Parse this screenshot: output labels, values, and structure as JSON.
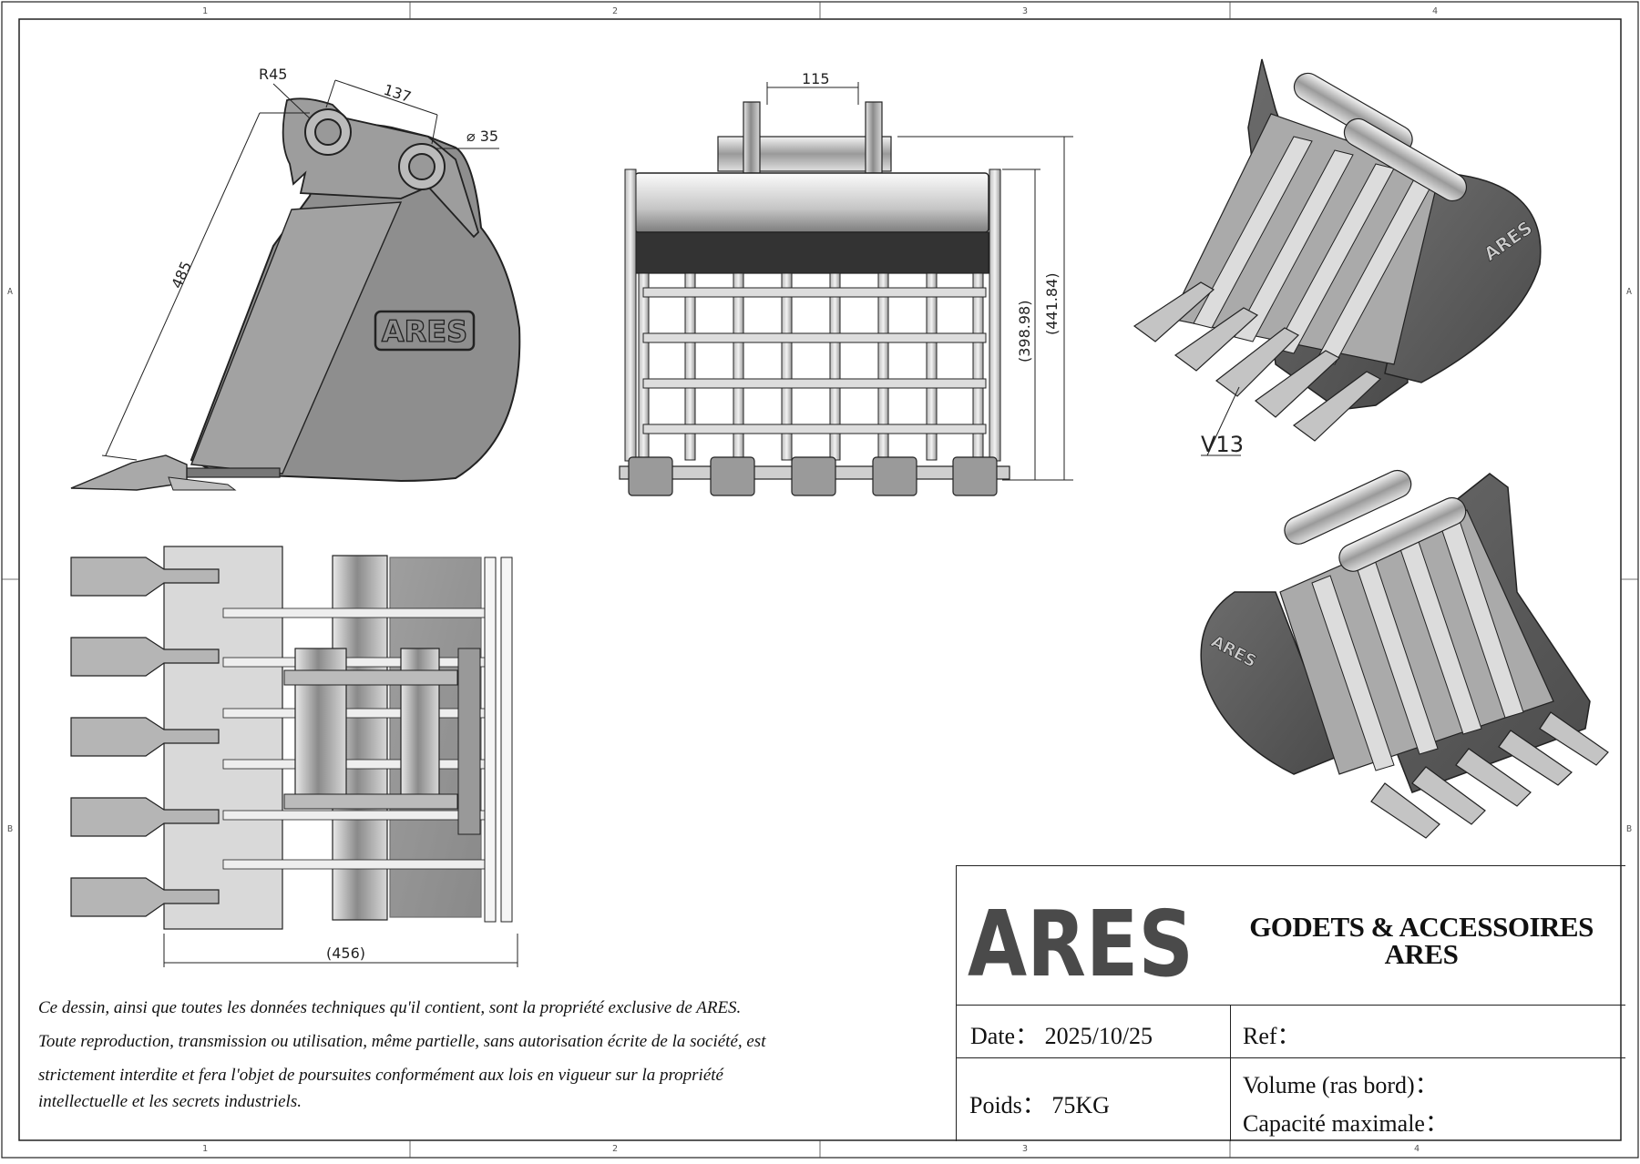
{
  "sheet": {
    "zones_top": [
      "1",
      "2",
      "3",
      "4"
    ],
    "zones_bottom": [
      "1",
      "2",
      "3",
      "4"
    ],
    "zones_side": [
      "A",
      "B"
    ]
  },
  "dimensions": {
    "radius": "R45",
    "pin_spacing": "137",
    "pin_diameter": "35",
    "length": "485",
    "ear_spacing": "115",
    "height_inner": "(398.98)",
    "height_outer": "(441.84)",
    "width": "(456)",
    "tooth_label": "V13"
  },
  "logo": {
    "engraved": "ARES",
    "title_block": "ARES"
  },
  "title_block": {
    "company_line1": "GODETS & ACCESSOIRES",
    "company_line2": "ARES",
    "date_label": "Date：",
    "date_value": "2025/10/25",
    "ref_label": "Ref：",
    "weight_label": "Poids：",
    "weight_value": "75KG",
    "volume_label": "Volume (ras bord)：",
    "capacity_label": "Capacité maximale："
  },
  "notice": {
    "line1": "Ce dessin, ainsi que toutes les données techniques qu'il contient, sont la propriété exclusive de ARES.",
    "line2": "Toute reproduction, transmission ou utilisation, même partielle, sans autorisation écrite de la société, est",
    "line3": "strictement interdite et fera l'objet de poursuites conformément aux lois en vigueur sur la propriété",
    "line4": "intellectuelle et les secrets industriels."
  },
  "colors": {
    "line": "#222222",
    "steel_dark": "#555555",
    "steel_mid": "#8a8a8a",
    "steel_light": "#cfcfcf",
    "plate_purple": "#8f8892",
    "logo_gray": "#4a4a4a"
  }
}
